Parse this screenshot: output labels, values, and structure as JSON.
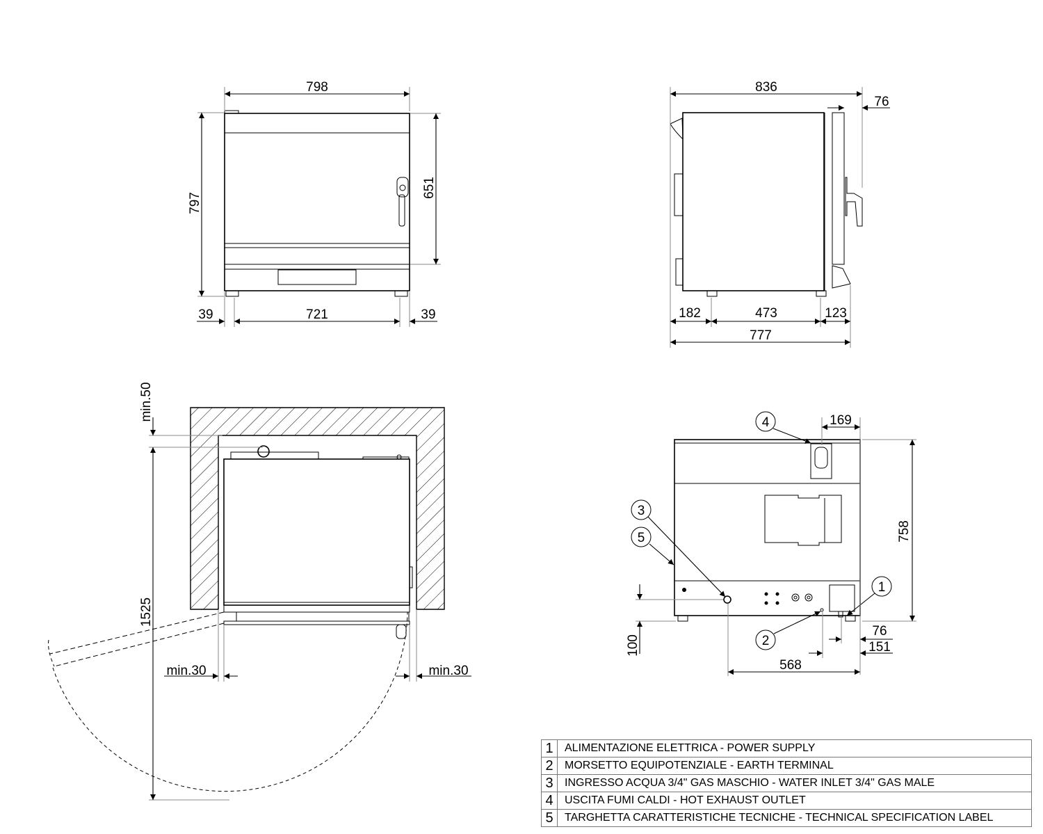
{
  "front_view": {
    "width": "798",
    "height": "797",
    "door_height": "651",
    "foot_left": "39",
    "feet_span": "721",
    "foot_right": "39"
  },
  "side_view": {
    "depth": "836",
    "handle": "76",
    "rear_to_foot": "182",
    "feet_span": "473",
    "foot_to_front": "123",
    "body_depth": "777"
  },
  "plan_view": {
    "rear_clearance": "min.50",
    "door_swing": "1525",
    "left_clearance": "min.30",
    "right_clearance": "min.30"
  },
  "rear_view": {
    "exhaust_offset": "169",
    "height": "758",
    "inlet_height": "100",
    "power_offset": "76",
    "earth_offset": "151",
    "inlet_offset": "568",
    "callouts": [
      "1",
      "2",
      "3",
      "4",
      "5"
    ]
  },
  "legend": [
    {
      "num": "1",
      "text": "ALIMENTAZIONE ELETTRICA - POWER SUPPLY"
    },
    {
      "num": "2",
      "text": "MORSETTO EQUIPOTENZIALE - EARTH TERMINAL"
    },
    {
      "num": "3",
      "text": "INGRESSO ACQUA 3/4\" GAS MASCHIO - WATER INLET 3/4\" GAS MALE"
    },
    {
      "num": "4",
      "text": "USCITA FUMI CALDI - HOT EXHAUST OUTLET"
    },
    {
      "num": "5",
      "text": "TARGHETTA CARATTERISTICHE TECNICHE - TECHNICAL SPECIFICATION LABEL"
    }
  ]
}
